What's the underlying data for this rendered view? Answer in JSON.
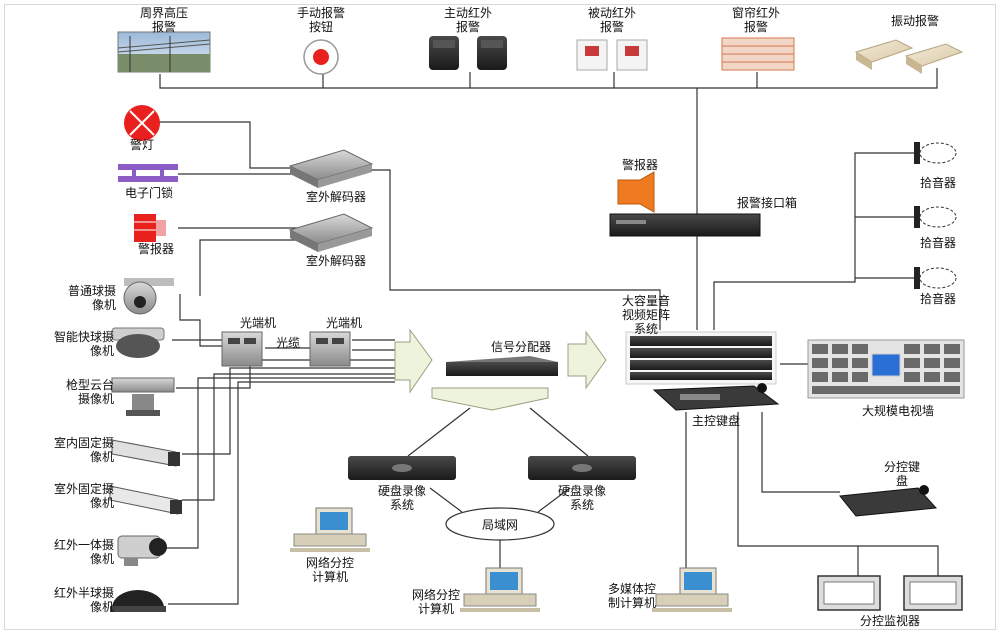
{
  "labels": {
    "perimeter_alarm": "周界高压\n报警",
    "manual_alarm_button": "手动报警\n按钮",
    "active_ir_alarm": "主动红外\n报警",
    "passive_ir_alarm": "被动红外\n报警",
    "curtain_ir_alarm": "窗帘红外\n报警",
    "vibration_alarm": "振动报警",
    "warning_light": "警灯",
    "electronic_door_lock": "电子门锁",
    "siren_left": "警报器",
    "outdoor_decoder_1": "室外解码器",
    "outdoor_decoder_2": "室外解码器",
    "siren_top": "警报器",
    "alarm_interface_box": "报警接口箱",
    "microphone_1": "拾音器",
    "microphone_2": "拾音器",
    "microphone_3": "拾音器",
    "dome_camera": "普通球摄\n像机",
    "speed_dome_camera": "智能快球摄\n像机",
    "ptz_camera": "枪型云台\n摄像机",
    "indoor_fixed_camera": "室内固定摄\n像机",
    "outdoor_fixed_camera": "室外固定摄\n像机",
    "ir_integrated_camera": "红外一体摄\n像机",
    "ir_half_dome_camera": "红外半球摄\n像机",
    "optical_terminal_1": "光端机",
    "optical_terminal_2": "光端机",
    "fiber_cable": "光缆",
    "signal_distributor": "信号分配器",
    "video_matrix": "大容量音\n视频矩阵\n系统",
    "main_keyboard": "主控键盘",
    "video_wall": "大规模电视墙",
    "sub_keyboard": "分控键\n盘",
    "dvr_1": "硬盘录像\n系统",
    "dvr_2": "硬盘录像\n系统",
    "lan": "局域网",
    "network_pc_1": "网络分控\n计算机",
    "network_pc_2": "网络分控\n计算机",
    "multimedia_pc": "多媒体控\n制计算机",
    "sub_monitor": "分控监视器"
  },
  "colors": {
    "line": "#333333",
    "arrow_fill": "#eef3dd",
    "arrow_stroke": "#9aa080",
    "device_dark": "#2e2e2e",
    "device_gray": "#8c8c8c",
    "alarm_red": "#e8201e",
    "door_lock_purple": "#8a5cc4",
    "siren_orange": "#f07a20",
    "screen_blue": "#2a6fd6",
    "pc_screen": "#3a8fd0"
  }
}
